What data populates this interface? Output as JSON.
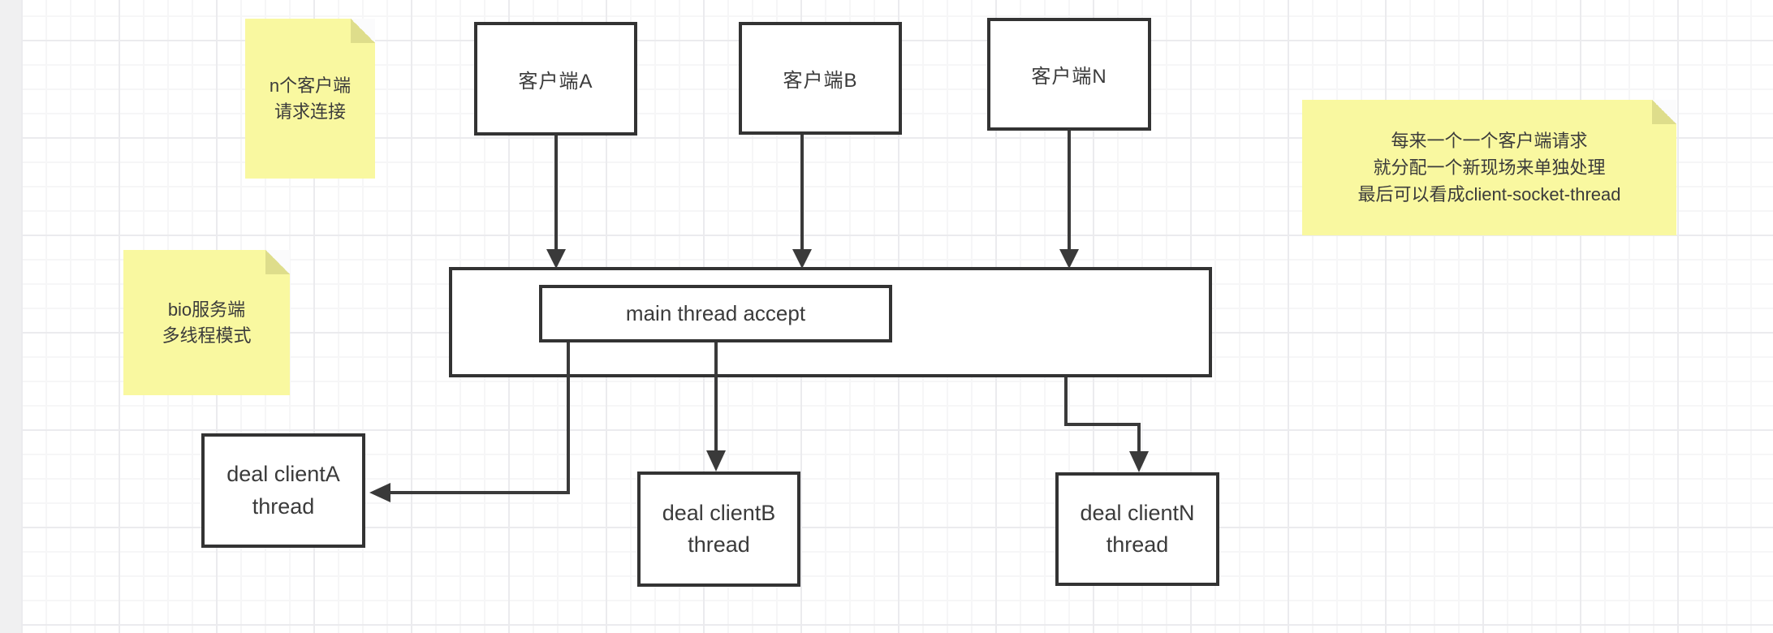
{
  "diagram": {
    "nodes": {
      "client_a": "客户端A",
      "client_b": "客户端B",
      "client_n": "客户端N",
      "main_accept": "main thread accept",
      "deal_a": "deal clientA\nthread",
      "deal_b": "deal clientB\nthread",
      "deal_n": "deal clientN\nthread"
    },
    "notes": {
      "clients": "n个客户端\n请求连接",
      "bio": "bio服务端\n多线程模式",
      "right": "每来一个一个客户端请求\n就分配一个新现场来单独处理\n最后可以看成client-socket-thread"
    },
    "colors": {
      "note_bg": "#f9f8a0",
      "note_fold": "#dedd8b",
      "shape_border": "#333333",
      "edge": "#3a3a3a",
      "text": "#3b3b3b",
      "grid_minor": "#f6f6f7",
      "grid_major": "#ebebee",
      "canvas_bg": "#ffffff",
      "canvas_edge": "#f0f0f1"
    }
  }
}
